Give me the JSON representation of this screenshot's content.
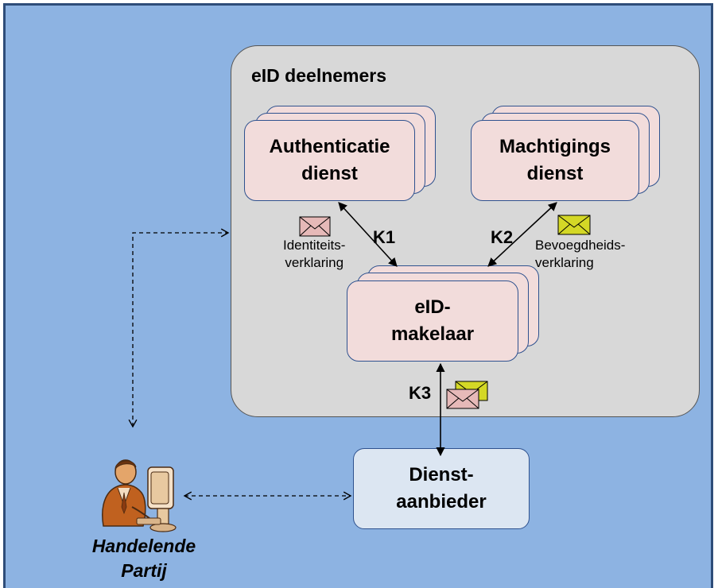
{
  "group": {
    "title": "eID deelnemers"
  },
  "nodes": {
    "authenticatie": {
      "line1": "Authenticatie",
      "line2": "dienst"
    },
    "machtigings": {
      "line1": "Machtigings",
      "line2": "dienst"
    },
    "makelaar": {
      "line1": "eID-",
      "line2": "makelaar"
    },
    "dienstaanbieder": {
      "line1": "Dienst-",
      "line2": "aanbieder"
    }
  },
  "connections": {
    "k1": "K1",
    "k2": "K2",
    "k3": "K3"
  },
  "documents": {
    "identiteit": {
      "line1": "Identiteits-",
      "line2": "verklaring"
    },
    "bevoegdheid": {
      "line1": "Bevoegdheids-",
      "line2": "verklaring"
    }
  },
  "party": {
    "line1": "Handelende",
    "line2": "Partij"
  },
  "colors": {
    "background": "#8db3e2",
    "group_fill": "#d8d8d8",
    "service_fill": "#f2dcdb",
    "provider_fill": "#dce6f2",
    "identity_envelope": "#e6b9b8",
    "authority_envelope": "#d4d826"
  }
}
